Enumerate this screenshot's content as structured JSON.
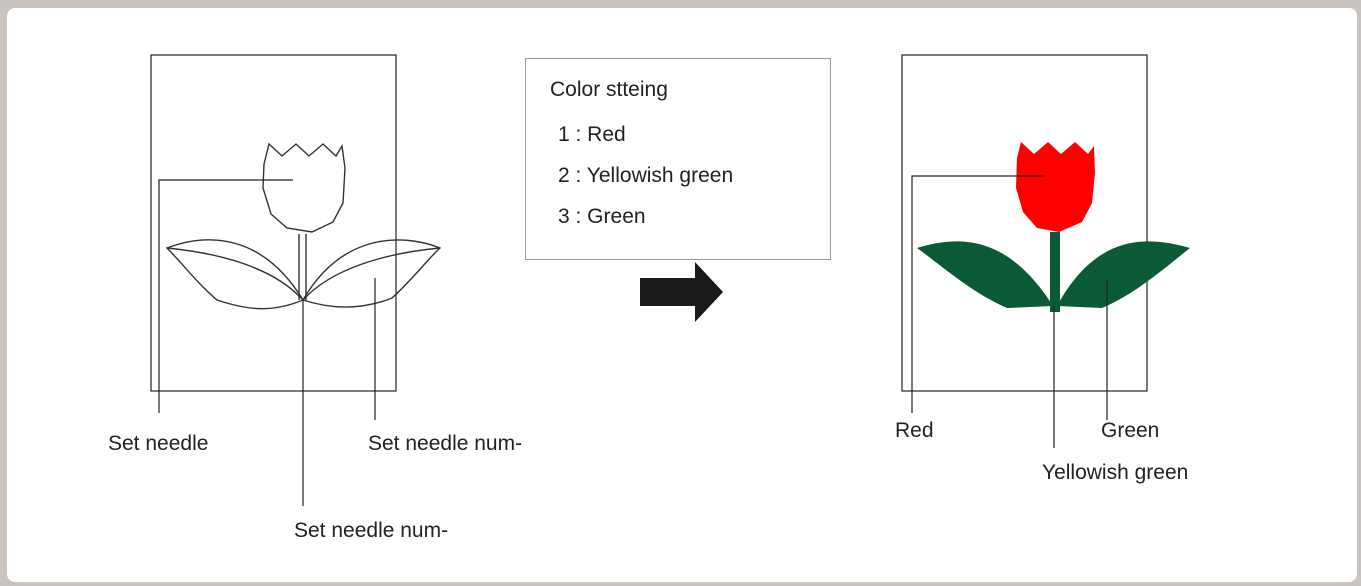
{
  "legend": {
    "title": "Color stteing",
    "items": [
      "1 : Red",
      "2 : Yellowish green",
      "3 : Green"
    ]
  },
  "left_labels": {
    "flower": "Set needle",
    "leaves": "Set needle num-",
    "stem": "Set needle num-"
  },
  "right_labels": {
    "flower": "Red",
    "leaves": "Green",
    "stem": "Yellowish green"
  },
  "colors": {
    "red": "#ff0000",
    "green": "#0a5a36",
    "outline": "#222222",
    "arrow": "#1a1a1a"
  }
}
